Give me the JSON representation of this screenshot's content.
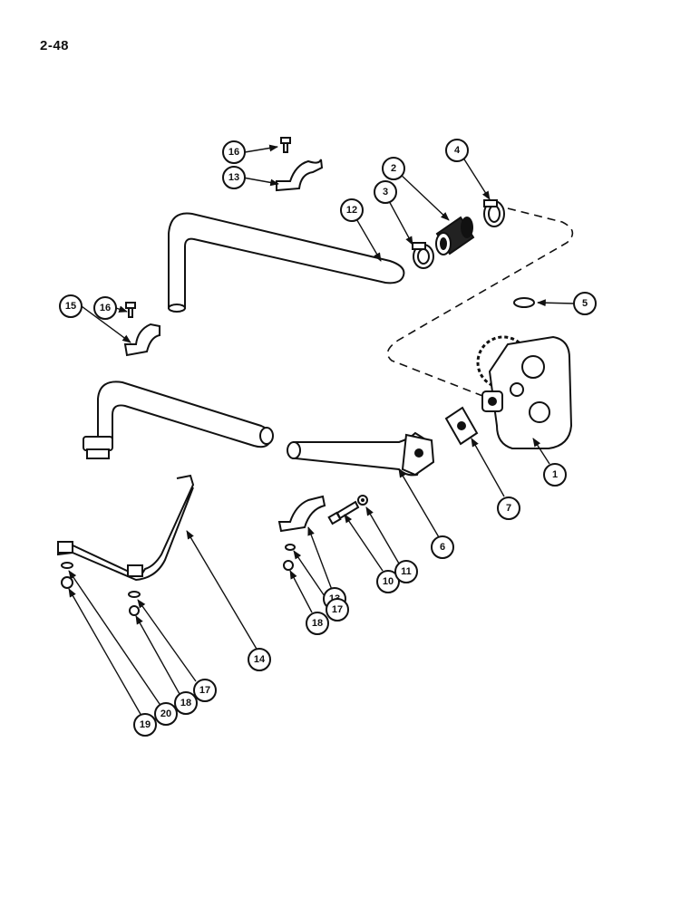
{
  "page": {
    "number": "2-48"
  },
  "callouts": [
    {
      "id": "c1",
      "label": "1"
    },
    {
      "id": "c2",
      "label": "2"
    },
    {
      "id": "c3",
      "label": "3"
    },
    {
      "id": "c4",
      "label": "4"
    },
    {
      "id": "c5",
      "label": "5"
    },
    {
      "id": "c6",
      "label": "6"
    },
    {
      "id": "c7",
      "label": "7"
    },
    {
      "id": "c10",
      "label": "10"
    },
    {
      "id": "c11",
      "label": "11"
    },
    {
      "id": "c12",
      "label": "12"
    },
    {
      "id": "c13a",
      "label": "13"
    },
    {
      "id": "c13b",
      "label": "13"
    },
    {
      "id": "c14",
      "label": "14"
    },
    {
      "id": "c15",
      "label": "15"
    },
    {
      "id": "c16a",
      "label": "16"
    },
    {
      "id": "c16b",
      "label": "16"
    },
    {
      "id": "c17a",
      "label": "17"
    },
    {
      "id": "c17b",
      "label": "17"
    },
    {
      "id": "c18a",
      "label": "18"
    },
    {
      "id": "c18b",
      "label": "18"
    },
    {
      "id": "c19",
      "label": "19"
    },
    {
      "id": "c20",
      "label": "20"
    }
  ]
}
